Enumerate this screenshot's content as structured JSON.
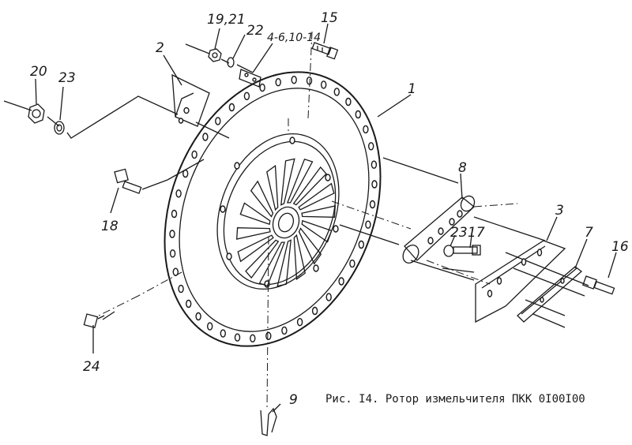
{
  "caption": "Рис. I4. Ротор измельчителя ПКК 0I00I00",
  "labels": {
    "l1": "1",
    "l2": "2",
    "l3": "3",
    "l7": "7",
    "l8": "8",
    "l9": "9",
    "l15": "15",
    "l16": "16",
    "l17": "17",
    "l18": "18",
    "l1921": "19,21",
    "l20": "20",
    "l22": "22",
    "l23a": "23",
    "l23b": "23",
    "l24": "24",
    "l4614": "4-6,10-14"
  }
}
